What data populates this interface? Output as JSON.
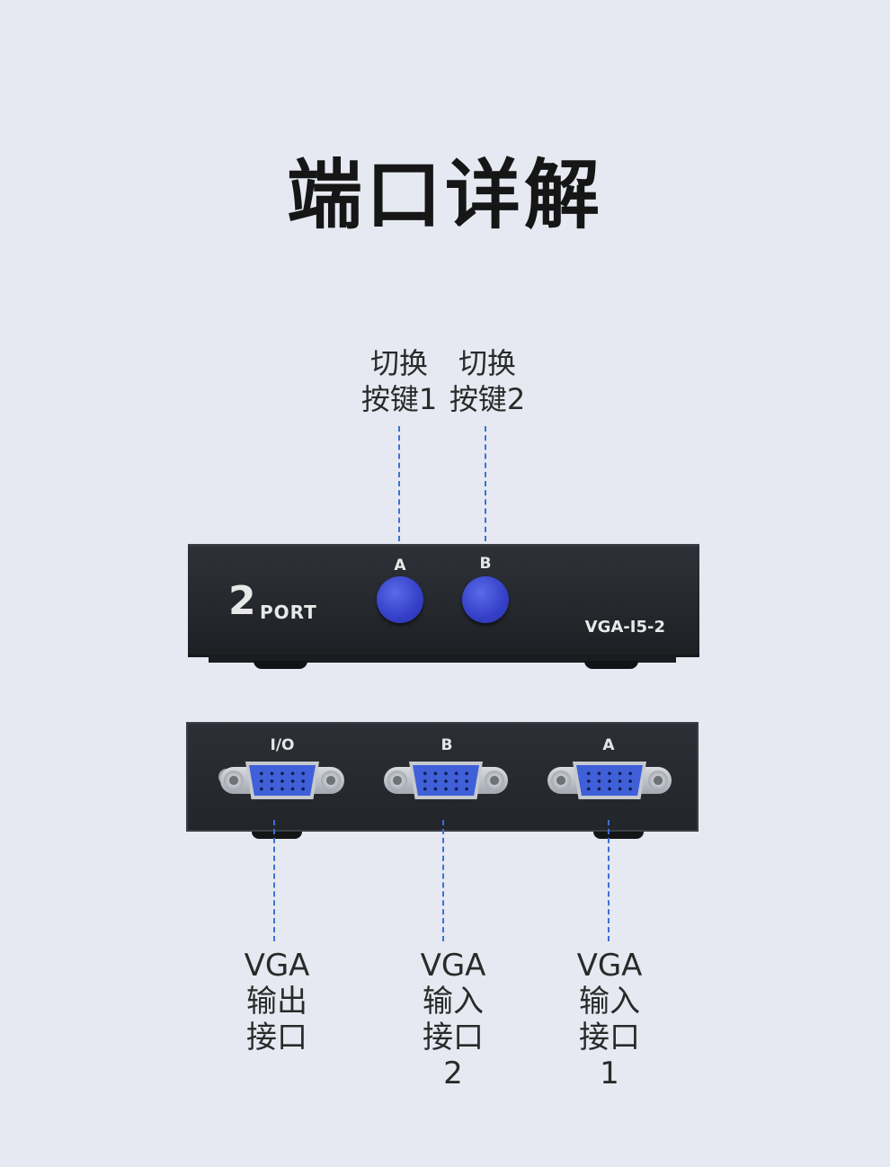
{
  "title": "端口详解",
  "callouts": {
    "switch_1": [
      "切换",
      "按键1"
    ],
    "switch_2": [
      "切换",
      "按键2"
    ],
    "output": [
      "VGA",
      "输出",
      "接口"
    ],
    "input_2": [
      "VGA",
      "输入",
      "接口",
      "2"
    ],
    "input_1": [
      "VGA",
      "输入",
      "接口",
      "1"
    ]
  },
  "front_panel": {
    "logo_number": "2",
    "logo_text": "PORT",
    "button_a": "A",
    "button_b": "B",
    "model": "VGA-I5-2",
    "button_color": "#3a48d0"
  },
  "back_panel": {
    "port_io": "I/O",
    "port_b": "B",
    "port_a": "A",
    "socket_color": "#3f60d8"
  },
  "colors": {
    "background": "#e6e9f1",
    "dashed_line": "#3d6fd8",
    "device_body": "#26292e"
  }
}
